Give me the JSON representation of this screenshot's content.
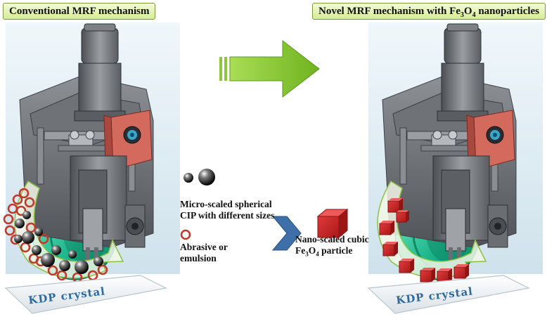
{
  "headers": {
    "left": "Conventional MRF mechanism",
    "right_prefix": "Novel MRF mechanism with Fe",
    "right_sub1": "3",
    "right_mid": "O",
    "right_sub2": "4",
    "right_suffix": " nanoparticles"
  },
  "legend": {
    "micro_line1": "Micro-scaled spherical",
    "micro_line2": "CIP with different sizes",
    "abrasive_line1": "Abrasive or",
    "abrasive_line2": "emulsion",
    "nano_line1": "Nano-scaled cubic",
    "nano_fe": "Fe",
    "nano_sub1": "3",
    "nano_o": "O",
    "nano_sub2": "4",
    "nano_suffix": " particle"
  },
  "crystal_label": "KDP crystal",
  "colors": {
    "arrow_green": "#7cbf2a",
    "chevron_blue": "#3f6fa8",
    "wheel_green": "#1fb98a",
    "cube_red": "#d42a2a",
    "abrasive_ring": "#c0392b",
    "frame_gray": "#6b6f73",
    "header_bg": "#dff0b0"
  }
}
